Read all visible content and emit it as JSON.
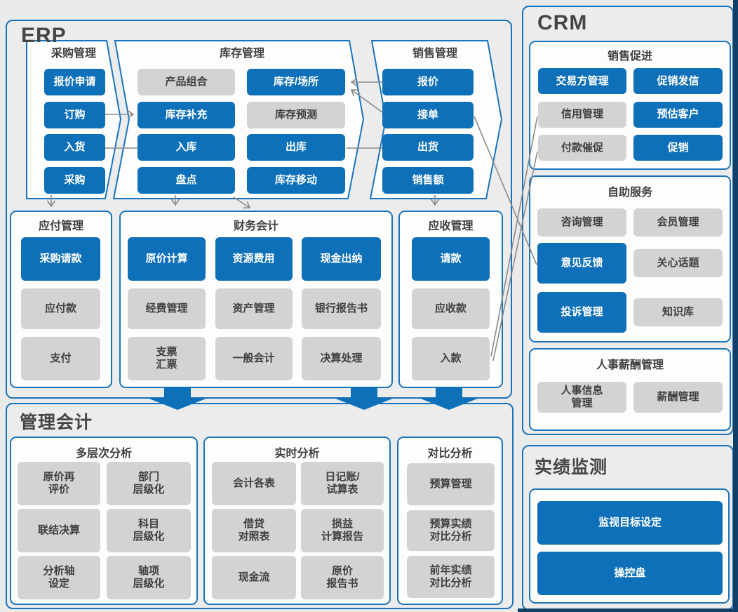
{
  "colors": {
    "accent_blue": "#0d70b8",
    "border_blue": "#1a74bc",
    "box_gray": "#d3d3d3",
    "text_dark": "#3f3f3f",
    "line_gray": "#8a8a8a",
    "frame_dark": "#0f3e66"
  },
  "erp": {
    "title": "ERP",
    "purchase": {
      "title": "采购管理",
      "items": [
        {
          "label": "报价申请",
          "emph": true
        },
        {
          "label": "订购",
          "emph": true
        },
        {
          "label": "入货",
          "emph": true
        },
        {
          "label": "采购",
          "emph": true
        }
      ]
    },
    "inventory": {
      "title": "库存管理",
      "items": [
        {
          "label": "产品组合",
          "emph": false
        },
        {
          "label": "库存/场所",
          "emph": true
        },
        {
          "label": "库存补充",
          "emph": true
        },
        {
          "label": "库存预测",
          "emph": false
        },
        {
          "label": "入库",
          "emph": true
        },
        {
          "label": "出库",
          "emph": true
        },
        {
          "label": "盘点",
          "emph": true
        },
        {
          "label": "库存移动",
          "emph": true
        }
      ]
    },
    "sales": {
      "title": "销售管理",
      "items": [
        {
          "label": "报价",
          "emph": true
        },
        {
          "label": "接单",
          "emph": true
        },
        {
          "label": "出货",
          "emph": true
        },
        {
          "label": "销售额",
          "emph": true
        }
      ]
    },
    "payable": {
      "title": "应付管理",
      "items": [
        {
          "label": "采购请款",
          "emph": true
        },
        {
          "label": "应付款",
          "emph": false
        },
        {
          "label": "支付",
          "emph": false
        }
      ]
    },
    "finance": {
      "title": "财务会计",
      "items": [
        {
          "label": "原价计算",
          "emph": true
        },
        {
          "label": "资源费用",
          "emph": true
        },
        {
          "label": "现金出纳",
          "emph": true
        },
        {
          "label": "经费管理",
          "emph": false
        },
        {
          "label": "资产管理",
          "emph": false
        },
        {
          "label": "银行报告书",
          "emph": false
        },
        {
          "label": "支票\n汇票",
          "emph": false
        },
        {
          "label": "一般会计",
          "emph": false
        },
        {
          "label": "决算处理",
          "emph": false
        }
      ]
    },
    "receivable": {
      "title": "应收管理",
      "items": [
        {
          "label": "请款",
          "emph": true
        },
        {
          "label": "应收款",
          "emph": false
        },
        {
          "label": "入款",
          "emph": false
        }
      ]
    }
  },
  "crm": {
    "title": "CRM",
    "promotion": {
      "title": "销售促进",
      "items": [
        {
          "label": "交易方管理",
          "emph": true
        },
        {
          "label": "促销发信",
          "emph": true
        },
        {
          "label": "信用管理",
          "emph": false
        },
        {
          "label": "预估客户",
          "emph": true
        },
        {
          "label": "付款催促",
          "emph": false
        },
        {
          "label": "促销",
          "emph": true
        }
      ]
    },
    "selfservice": {
      "title": "自助服务",
      "items": [
        {
          "label": "咨询管理",
          "emph": false
        },
        {
          "label": "会员管理",
          "emph": false
        },
        {
          "label": "意见反馈",
          "emph": true
        },
        {
          "label": "关心话题",
          "emph": false
        },
        {
          "label": "投诉管理",
          "emph": true
        },
        {
          "label": "知识库",
          "emph": false
        }
      ]
    },
    "hr": {
      "title": "人事薪酬管理",
      "items": [
        {
          "label": "人事信息\n管理",
          "emph": false
        },
        {
          "label": "薪酬管理",
          "emph": false
        }
      ]
    }
  },
  "mgmt": {
    "title": "管理会计",
    "multilevel": {
      "title": "多层次分析",
      "items": [
        {
          "label": "原价再\n评价",
          "emph": false
        },
        {
          "label": "部门\n层级化",
          "emph": false
        },
        {
          "label": "联结决算",
          "emph": false
        },
        {
          "label": "科目\n层级化",
          "emph": false
        },
        {
          "label": "分析轴\n设定",
          "emph": false
        },
        {
          "label": "轴项\n层级化",
          "emph": false
        }
      ]
    },
    "realtime": {
      "title": "实时分析",
      "items": [
        {
          "label": "会计各表",
          "emph": false
        },
        {
          "label": "日记账/\n试算表",
          "emph": false
        },
        {
          "label": "借贷\n对照表",
          "emph": false
        },
        {
          "label": "损益\n计算报告",
          "emph": false
        },
        {
          "label": "现金流",
          "emph": false
        },
        {
          "label": "原价\n报告书",
          "emph": false
        }
      ]
    },
    "compare": {
      "title": "对比分析",
      "items": [
        {
          "label": "预算管理",
          "emph": false
        },
        {
          "label": "预算实绩\n对比分析",
          "emph": false
        },
        {
          "label": "前年实绩\n对比分析",
          "emph": false
        }
      ]
    }
  },
  "monitor": {
    "title": "实绩监测",
    "group": {
      "title": "",
      "items": [
        {
          "label": "监视目标设定",
          "emph": true
        },
        {
          "label": "操控盘",
          "emph": true
        }
      ]
    }
  }
}
